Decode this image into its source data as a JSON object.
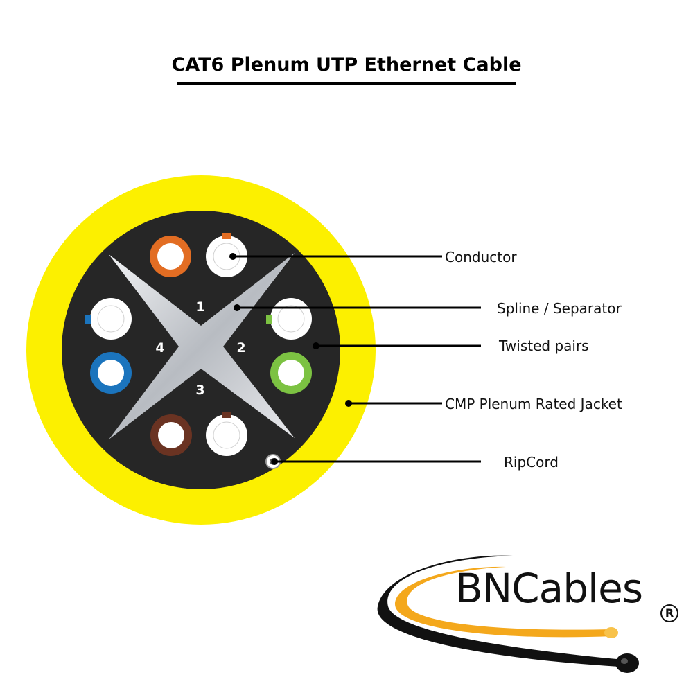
{
  "title": "CAT6 Plenum UTP Ethernet Cable",
  "colors": {
    "jacket": "#fcf000",
    "core": "#262626",
    "spline": "#c9ccd0",
    "orange": "#e26d23",
    "blue": "#1b74bd",
    "green": "#7cc242",
    "brown": "#6a3322",
    "white": "#ffffff"
  },
  "pairs": [
    {
      "number": "1",
      "solid": "orange",
      "stripe": "orange-white"
    },
    {
      "number": "2",
      "solid": "green",
      "stripe": "green-white"
    },
    {
      "number": "3",
      "solid": "brown",
      "stripe": "brown-white"
    },
    {
      "number": "4",
      "solid": "blue",
      "stripe": "blue-white"
    }
  ],
  "callouts": {
    "conductor": "Conductor",
    "spline": "Spline / Separator",
    "twisted_pairs": "Twisted pairs",
    "jacket": "CMP Plenum Rated Jacket",
    "ripcord": "RipCord"
  },
  "logo": {
    "brand": "BNCables",
    "mark": "R",
    "colors": {
      "swoosh": "#f4a81c",
      "dark": "#111111"
    }
  }
}
